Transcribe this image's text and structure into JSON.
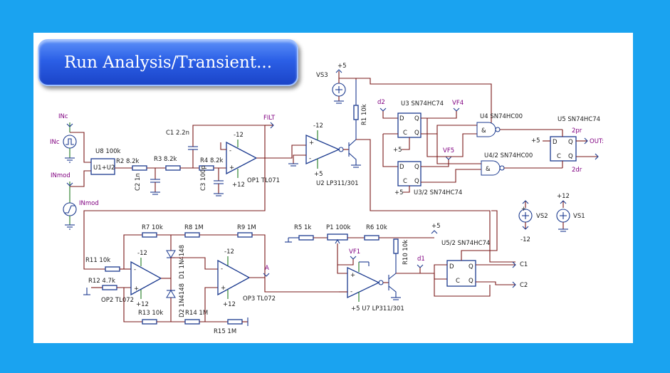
{
  "button": {
    "label": "Run Analysis/Transient..."
  },
  "colors": {
    "background": "#1aa3f0",
    "panel": "#ffffff",
    "wire": "#7a1818",
    "component": "#1f7a1f",
    "symbol": "#1b3a8f",
    "label": "#800080",
    "button": "#2b5fe6"
  },
  "schematic": {
    "labels": {
      "inc": "INc",
      "inc2": "INc",
      "inmod": "INmod",
      "inmod2": "INmod",
      "u8": "U8 100k",
      "u1u2": "U1+U2",
      "r2": "R2 8.2k",
      "c2": "C2 1n",
      "c1": "C1 2.2n",
      "r3": "R3 8.2k",
      "r4": "R4 8.2k",
      "c3": "C3 100p",
      "op1_m12": "-12",
      "op1_p12": "+12",
      "op1": "OP1 TL071",
      "filt": "FILT",
      "u2_m12": "-12",
      "u2_p5": "+5",
      "u2": "U2 LP311/301",
      "vs3": "VS3",
      "vs3_p5": "+5",
      "r1": "R1 10k",
      "d2": "d2",
      "u3": "U3 SN74HC74",
      "u32": "U3/2 SN74HC74",
      "vf4": "VF4",
      "vf5": "VF5",
      "p5_a": "+5",
      "p5_b": "+5",
      "u4": "U4 SN74HC00",
      "u42": "U4/2 SN74HC00",
      "u5": "U5 SN74HC74",
      "u5_p5": "+5",
      "pr2": "2pr",
      "dr2": "2dr",
      "out": "OUT:",
      "vs2_p": "+",
      "vs2": "VS2",
      "vs2_m12": "-12",
      "vs1_p12": "+12",
      "vs1": "VS1",
      "r7": "R7 10k",
      "r8": "R8 1M",
      "r9": "R9 1M",
      "d1": "D1 1N4148",
      "d2d": "D2 1N4148",
      "r11": "R11 10k",
      "r12": "R12 4.7k",
      "op2_m12": "-12",
      "op2_p12": "+12",
      "op2": "OP2 TL072",
      "op3_m12": "-12",
      "op3_p12": "+12",
      "op3": "OP3 TL072",
      "a": "A",
      "r13": "R13 10k",
      "r14": "R14 1M",
      "r15": "R15 1M",
      "r5": "R5 1k",
      "p1": "P1 100k",
      "r6": "R6 10k",
      "p5_c": "+5",
      "vf1": "VF1",
      "u7": "+5 U7 LP311/301",
      "r10": "R10 10k",
      "d1n": "d1",
      "u52": "U5/2 SN74HC74",
      "c1out": "C1",
      "c2out": "C2"
    }
  }
}
